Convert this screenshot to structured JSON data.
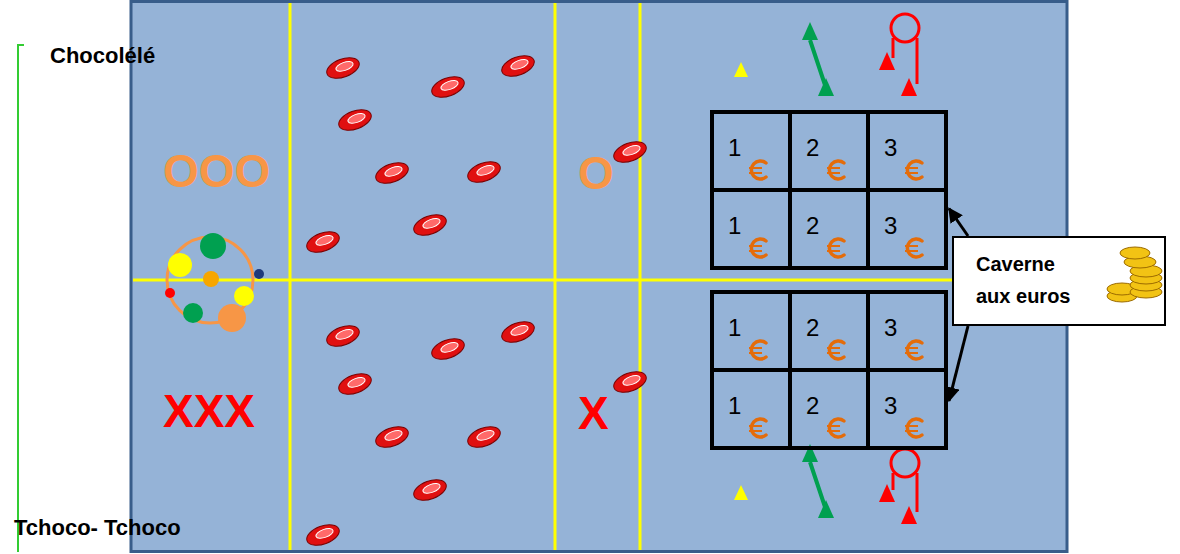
{
  "diagram": {
    "nodes": [
      {
        "text": [
          "1"
        ]
      },
      {
        "text": [
          "2"
        ]
      },
      {
        "text": [
          "3"
        ]
      },
      {
        "text": [
          "1"
        ]
      },
      {
        "text": [
          "2"
        ]
      },
      {
        "text": [
          "3"
        ]
      },
      {
        "text": [
          "Caverne aux euros"
        ]
      },
      {
        "text": [
          "1"
        ]
      },
      {
        "text": [
          "2"
        ]
      },
      {
        "text": [
          "3"
        ]
      },
      {
        "text": [
          "1"
        ]
      },
      {
        "text": [
          "2"
        ]
      },
      {
        "text": [
          "3"
        ]
      }
    ],
    "edges": [
      {
        "from": 6,
        "to": 5,
        "arrow": "to"
      },
      {
        "from": 6,
        "to": 12,
        "arrow": "to"
      }
    ],
    "labels": [
      "Chocolélé",
      "OOO",
      "O",
      "XXX",
      "X",
      "Tchoco- Tchoco"
    ]
  }
}
